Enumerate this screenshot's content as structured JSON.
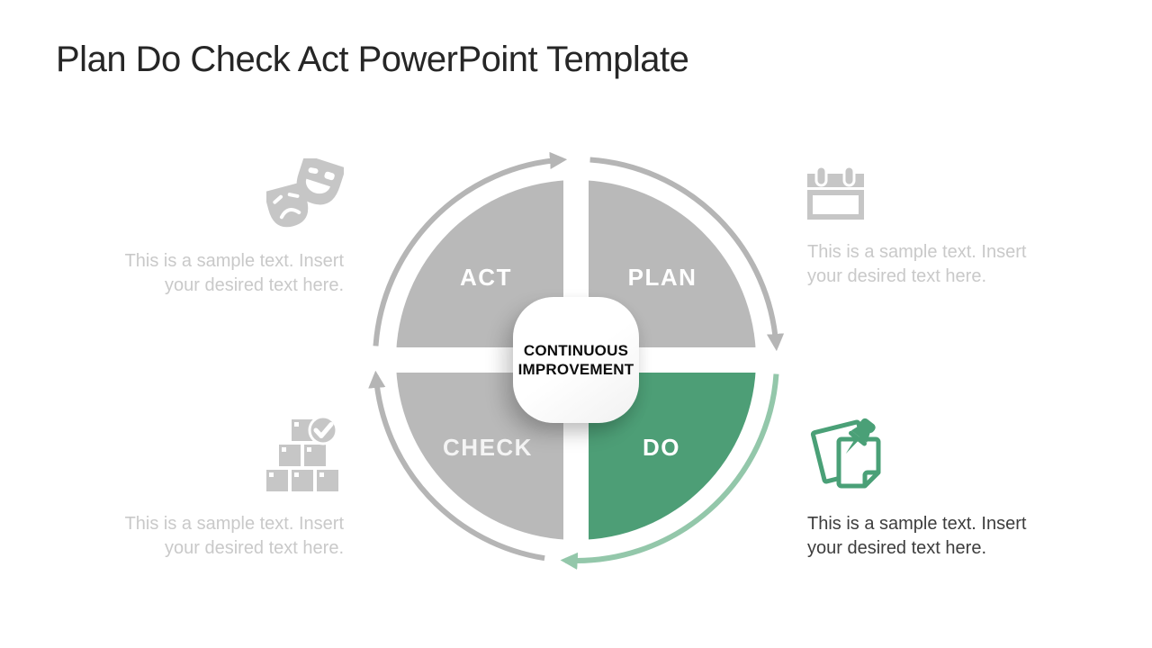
{
  "slide": {
    "title": "Plan Do Check Act PowerPoint Template"
  },
  "diagram": {
    "center": {
      "line1": "CONTINUOUS",
      "line2": "IMPROVEMENT"
    },
    "quadrants": [
      {
        "label": "ACT",
        "color": "#b9b9b9"
      },
      {
        "label": "PLAN",
        "color": "#b9b9b9"
      },
      {
        "label": "CHECK",
        "color": "#b9b9b9"
      },
      {
        "label": "DO",
        "color": "#4d9e76"
      }
    ],
    "cycle_direction": "clockwise",
    "colors": {
      "quadrant_gray": "#b9b9b9",
      "quadrant_green": "#4d9e76",
      "arrow_gray": "#b5b5b5",
      "arrow_green": "#93c7aa",
      "icon_gray": "#c6c6c6",
      "icon_green": "#4aa077",
      "muted_text": "#c9c9c9",
      "dark_text": "#3d3d3d"
    }
  },
  "callouts": [
    {
      "position": "top-left",
      "icon": "theater-masks-icon",
      "lines": [
        "This is a sample text. Insert",
        "your desired text here."
      ]
    },
    {
      "position": "top-right",
      "icon": "calendar-icon",
      "lines": [
        "This is a sample text. Insert",
        "your desired text here."
      ]
    },
    {
      "position": "bottom-left",
      "icon": "stacked-boxes-check-icon",
      "lines": [
        "This is a sample text. Insert",
        "your desired text here."
      ]
    },
    {
      "position": "bottom-right",
      "icon": "pinned-note-icon",
      "lines": [
        "This is a sample text. Insert",
        "your desired text here."
      ]
    }
  ]
}
